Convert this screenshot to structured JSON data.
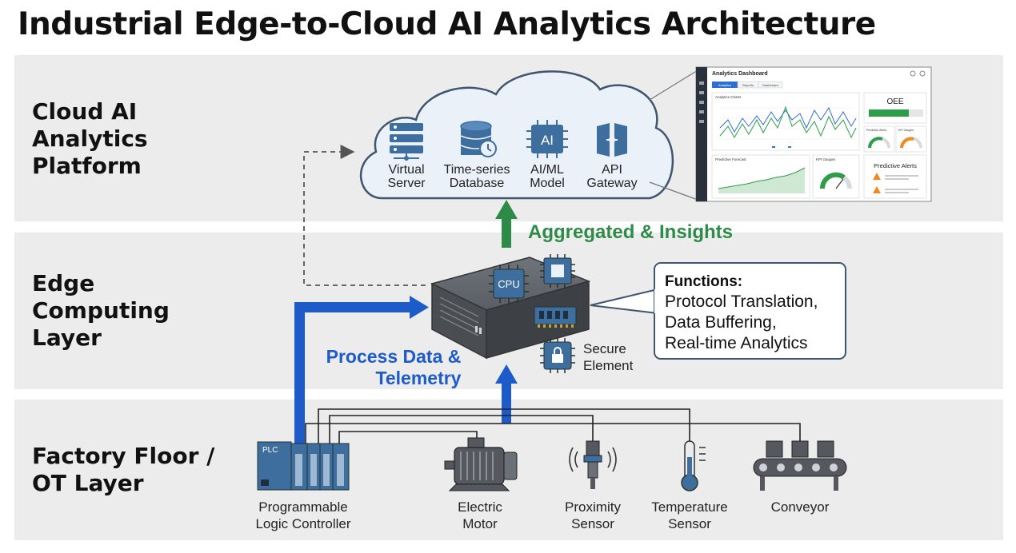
{
  "title": "Industrial Edge-to-Cloud AI Analytics Architecture",
  "layers": {
    "cloud": [
      "Cloud AI",
      "Analytics",
      "Platform"
    ],
    "edge": [
      "Edge",
      "Computing",
      "Layer"
    ],
    "floor": [
      "Factory Floor /",
      "OT Layer"
    ]
  },
  "cloud_services": {
    "server": [
      "Virtual",
      "Server"
    ],
    "database": [
      "Time-series",
      "Database"
    ],
    "model": [
      "AI/ML",
      "Model"
    ],
    "gateway": [
      "API",
      "Gateway"
    ],
    "ai_chip_text": "AI"
  },
  "dashboard": {
    "title": "Analytics Dashboard",
    "tabs": [
      "Analytics",
      "Reports",
      "Dashboard"
    ],
    "analytics_chart_title": "Analytics Charts",
    "oee_label": "OEE",
    "predictive_alerts_small": "Predictive Alerts",
    "kpi_small": "KPI Gauges",
    "forecast_title": "Predictive Forecast",
    "kpi_gauge_title": "KPI Gauges",
    "predictive_alerts": "Predictive Alerts"
  },
  "flows": {
    "aggregated": "Aggregated & Insights",
    "process": [
      "Process Data &",
      "Telemetry"
    ]
  },
  "edge_device": {
    "cpu": "CPU",
    "secure": [
      "Secure",
      "Element"
    ]
  },
  "functions": {
    "title": "Functions:",
    "items": [
      "Protocol Translation,",
      "Data Buffering,",
      "Real-time Analytics"
    ]
  },
  "devices": {
    "plc_tag": "PLC",
    "plc": [
      "Programmable",
      "Logic Controller"
    ],
    "motor": [
      "Electric",
      "Motor"
    ],
    "proximity": [
      "Proximity",
      "Sensor"
    ],
    "temperature": [
      "Temperature",
      "Sensor"
    ],
    "conveyor": [
      "Conveyor"
    ]
  },
  "colors": {
    "band": "#ececec",
    "cloud_fill": "#eaf1f9",
    "outline": "#40556e",
    "icon_blue": "#3e6e9e",
    "green": "#2e8b47",
    "blue": "#1c5bc8",
    "device_dark": "#55595f"
  }
}
